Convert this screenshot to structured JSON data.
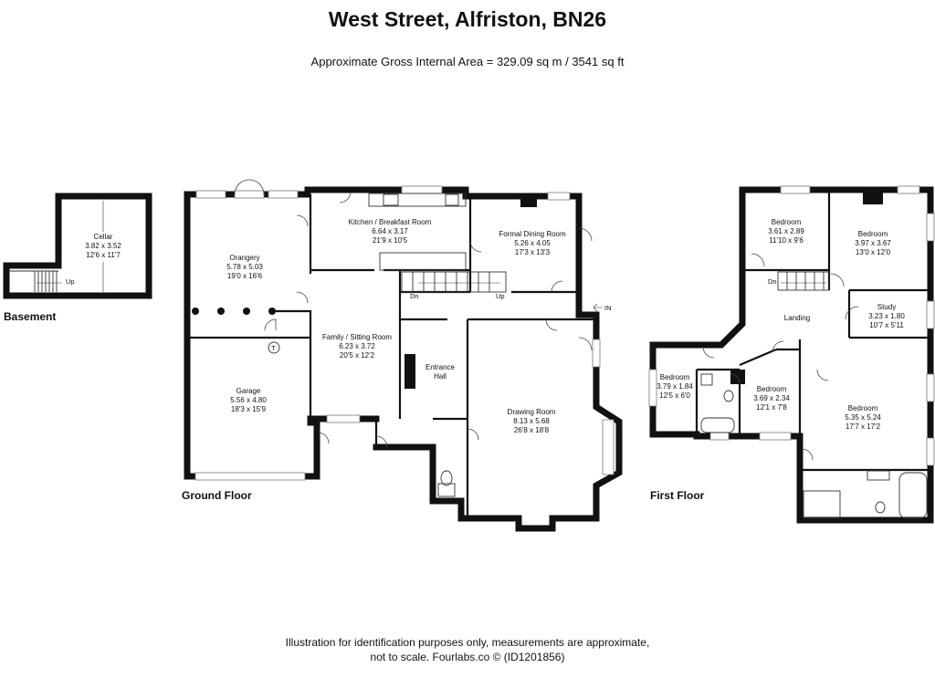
{
  "title": "West Street, Alfriston, BN26",
  "subtitle": "Approximate Gross Internal Area = 329.09 sq m / 3541 sq ft",
  "footer": {
    "line1": "Illustration for identification purposes only, measurements are approximate,",
    "line2": "not to scale. Fourlabs.co © (ID1201856)"
  },
  "floors": {
    "basement": "Basement",
    "ground": "Ground Floor",
    "first": "First Floor"
  },
  "markers": {
    "up": "Up",
    "dn": "Dn",
    "in": "IN",
    "t": "T"
  },
  "rooms": {
    "cellar": {
      "name": "Cellar",
      "metric": "3.82 x 3.52",
      "imperial": "12'6 x 11'7"
    },
    "orangery": {
      "name": "Orangery",
      "metric": "5.78 x 5.03",
      "imperial": "19'0 x 16'6"
    },
    "kitchen": {
      "name": "Kitchen / Breakfast Room",
      "metric": "6.64 x 3.17",
      "imperial": "21'9 x 10'5"
    },
    "dining": {
      "name": "Formal Dining Room",
      "metric": "5.26 x 4.05",
      "imperial": "17'3 x 13'3"
    },
    "family": {
      "name": "Family / Sitting Room",
      "metric": "6.23 x 3.72",
      "imperial": "20'5 x 12'2"
    },
    "hall": {
      "name": "Entrance",
      "name2": "Hall"
    },
    "garage": {
      "name": "Garage",
      "metric": "5.56 x 4.80",
      "imperial": "18'3 x 15'9"
    },
    "drawing": {
      "name": "Drawing Room",
      "metric": "8.13 x 5.68",
      "imperial": "26'8 x 18'8"
    },
    "bed1": {
      "name": "Bedroom",
      "metric": "3.61 x 2.89",
      "imperial": "11'10 x 9'6"
    },
    "bed2": {
      "name": "Bedroom",
      "metric": "3.97 x 3.67",
      "imperial": "13'0 x 12'0"
    },
    "study": {
      "name": "Study",
      "metric": "3.23 x 1.80",
      "imperial": "10'7 x 5'11"
    },
    "landing": {
      "name": "Landing"
    },
    "bed3": {
      "name": "Bedroom",
      "metric": "3.79 x 1.84",
      "imperial": "12'5 x 6'0"
    },
    "bed4": {
      "name": "Bedroom",
      "metric": "3.69 x 2.34",
      "imperial": "12'1 x 7'8"
    },
    "bed5": {
      "name": "Bedroom",
      "metric": "5.35 x 5.24",
      "imperial": "17'7 x 17'2"
    }
  }
}
